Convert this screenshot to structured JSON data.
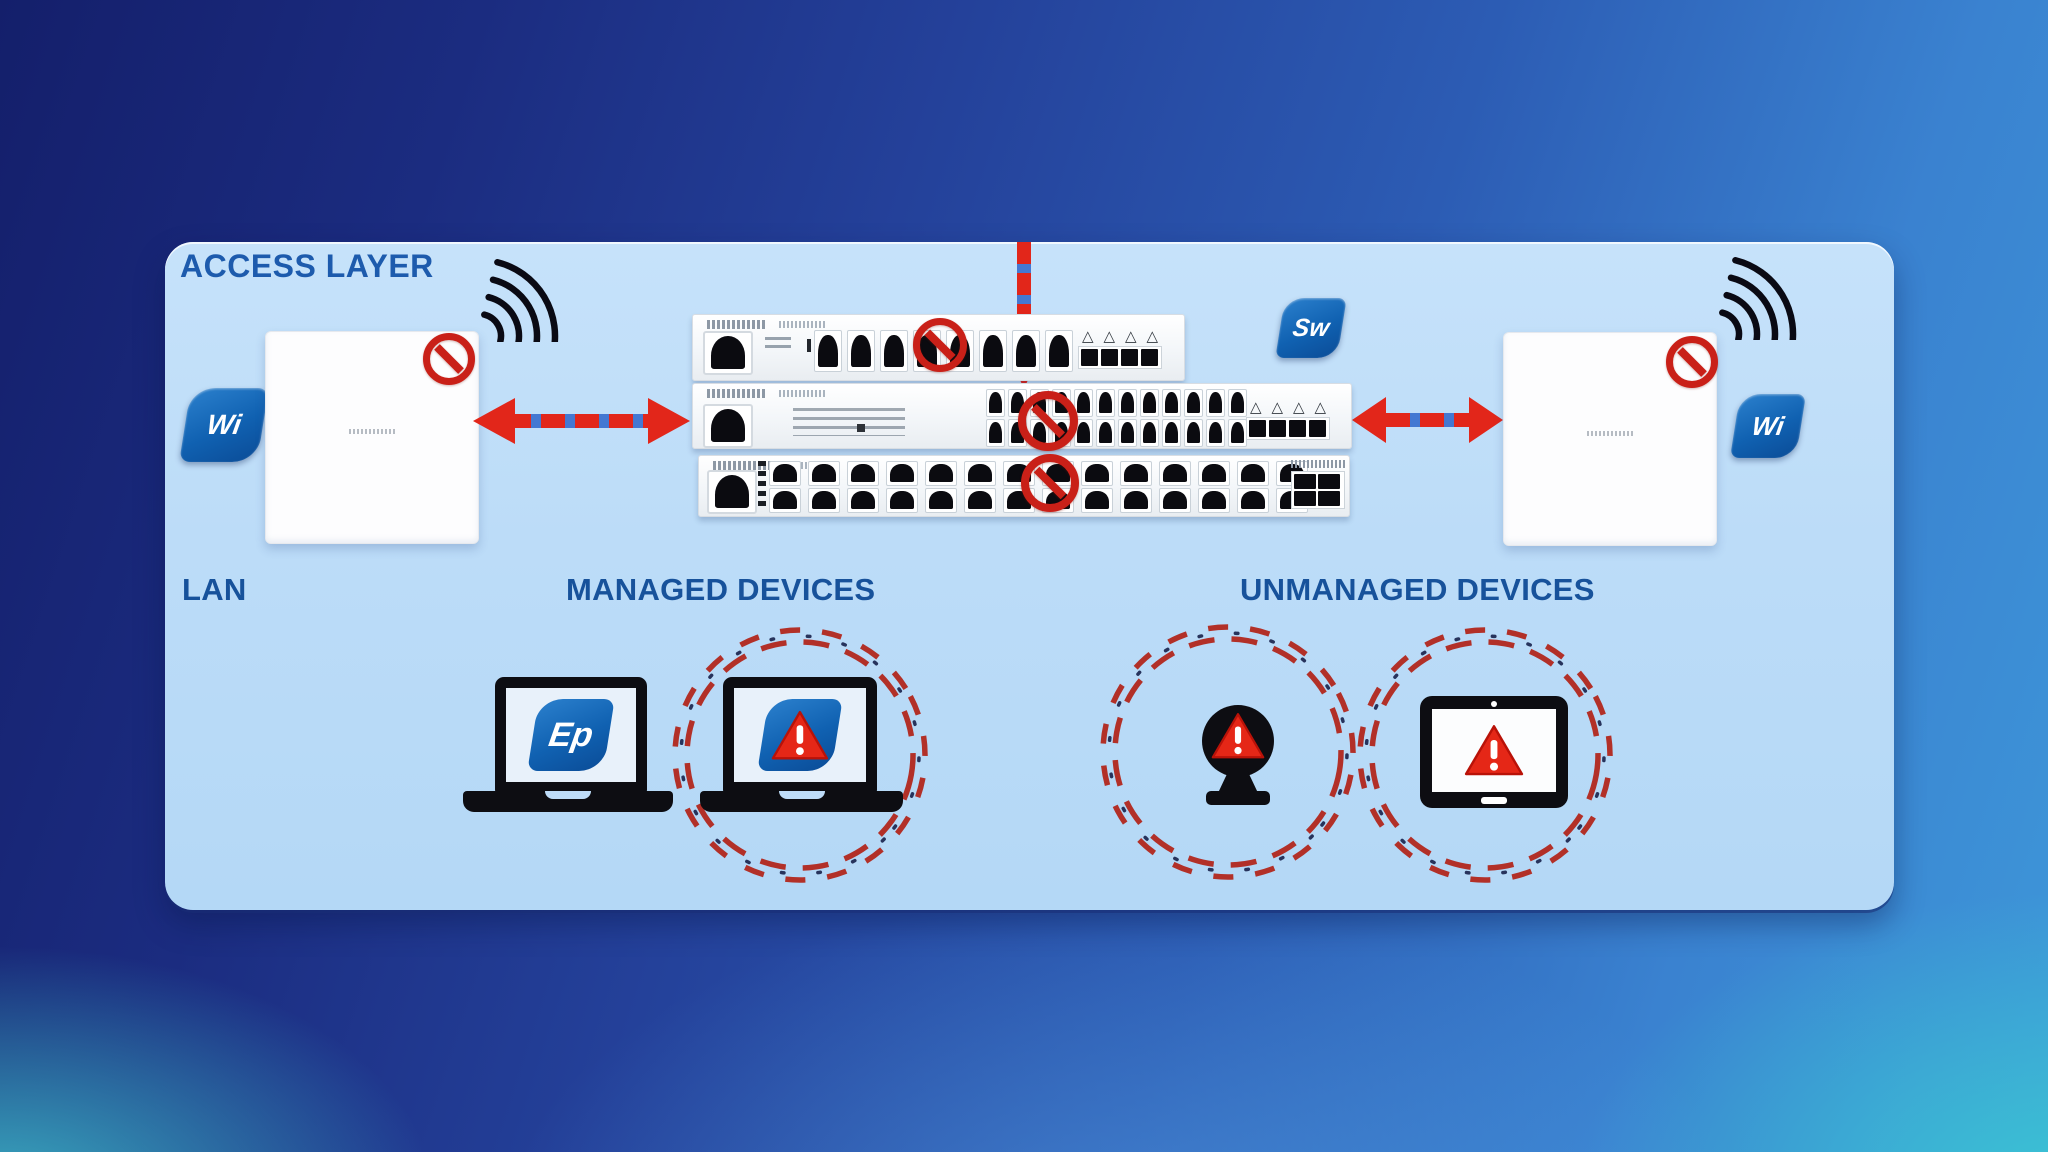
{
  "header": {
    "title": "ACCESS LAYER"
  },
  "sections": {
    "lan": "LAN",
    "managed": "MANAGED DEVICES",
    "unmanaged": "UNMANAGED DEVICES"
  },
  "badges": {
    "wireless": "Wi",
    "switch": "Sw",
    "endpoint": "Ep"
  },
  "icons": {
    "blocked": "prohibition-sign",
    "alert": "warning-triangle",
    "quarantine": "dashed-circle",
    "wireless_signal": "wifi-arcs"
  },
  "colors": {
    "badge_blue": "#1061b1",
    "heading_blue": "#1d5bad",
    "label_blue": "#17529b",
    "alert_red": "#e2261a",
    "ban_red": "#c92018",
    "quarantine_red": "#b23028",
    "panel_bg": "#bcdcf8"
  },
  "devices": {
    "access_points": [
      {
        "side": "left",
        "badge": "Wi",
        "blocked": true
      },
      {
        "side": "right",
        "badge": "Wi",
        "blocked": true
      }
    ],
    "switches": [
      {
        "position": "top",
        "rj45_columns": 8,
        "rj45_rows": 1,
        "sfp_slots": 4,
        "blocked": true
      },
      {
        "position": "middle",
        "rj45_columns": 12,
        "rj45_rows": 2,
        "sfp_slots": 4,
        "blocked": true
      },
      {
        "position": "bottom",
        "rj45_columns": 14,
        "rj45_rows": 2,
        "sfp_slots": 4,
        "blocked": true
      }
    ],
    "managed": [
      {
        "type": "laptop",
        "badge": "Ep",
        "alert": false,
        "quarantined": false
      },
      {
        "type": "laptop",
        "alert": true,
        "quarantined": true
      }
    ],
    "unmanaged": [
      {
        "type": "camera",
        "alert": true,
        "quarantined": true
      },
      {
        "type": "tablet",
        "alert": true,
        "quarantined": true
      }
    ]
  }
}
